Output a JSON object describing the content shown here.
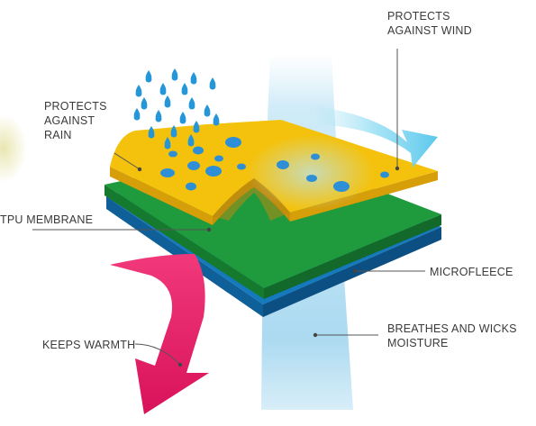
{
  "colors": {
    "rain_layer": "#f4c20d",
    "membrane_layer": "#1f9a3c",
    "microfleece_layer": "#1479bd",
    "raindrop": "#2596d8",
    "wind_arrow": "#7fd3ee",
    "moisture_column": "#7cc5ea",
    "warmth_arrow": "#e8185f",
    "leader_line": "#555555",
    "label_text": "#3a3a3a"
  },
  "labels": {
    "protects_wind": [
      "PROTECTS",
      "AGAINST WIND"
    ],
    "protects_rain": [
      "PROTECTS",
      "AGAINST",
      "RAIN"
    ],
    "tpu_membrane": "TPU MEMBRANE",
    "microfleece": "MICROFLEECE",
    "breathes": [
      "BREATHES AND WICKS",
      "MOISTURE"
    ],
    "keeps_warmth": "KEEPS WARMTH"
  },
  "icons": [
    "raindrop-icon",
    "wind-arrow-icon",
    "warmth-arrow-icon",
    "moisture-column-icon"
  ]
}
